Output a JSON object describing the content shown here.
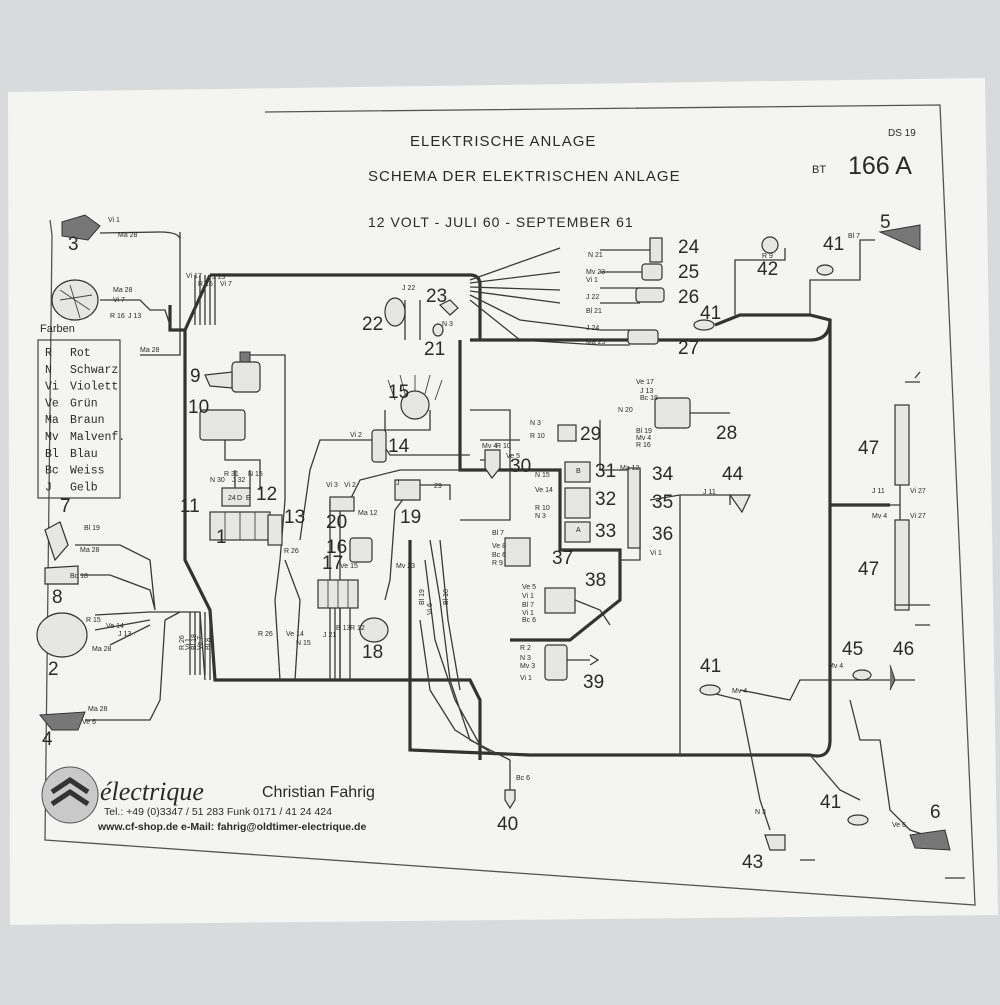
{
  "header": {
    "title": "ELEKTRISCHE ANLAGE",
    "subtitle": "SCHEMA DER ELEKTRISCHEN ANLAGE",
    "voltage": "12 VOLT - JULI 60 - SEPTEMBER 61",
    "model": "DS 19",
    "sheet_prefix": "BT",
    "sheet_number": "166 A"
  },
  "legend": {
    "heading": "Farben",
    "items": [
      {
        "code": "R",
        "name": "Rot"
      },
      {
        "code": "N",
        "name": "Schwarz"
      },
      {
        "code": "Vi",
        "name": "Violett"
      },
      {
        "code": "Ve",
        "name": "Grün"
      },
      {
        "code": "Ma",
        "name": "Braun"
      },
      {
        "code": "Mv",
        "name": "Malvenf."
      },
      {
        "code": "Bl",
        "name": "Blau"
      },
      {
        "code": "Bc",
        "name": "Weiss"
      },
      {
        "code": "J",
        "name": "Gelb"
      }
    ]
  },
  "components": [
    {
      "n": "1"
    },
    {
      "n": "2"
    },
    {
      "n": "3"
    },
    {
      "n": "4"
    },
    {
      "n": "5"
    },
    {
      "n": "6"
    },
    {
      "n": "7"
    },
    {
      "n": "8"
    },
    {
      "n": "9"
    },
    {
      "n": "10"
    },
    {
      "n": "11"
    },
    {
      "n": "12"
    },
    {
      "n": "13"
    },
    {
      "n": "14"
    },
    {
      "n": "15"
    },
    {
      "n": "16"
    },
    {
      "n": "17"
    },
    {
      "n": "18"
    },
    {
      "n": "19"
    },
    {
      "n": "20"
    },
    {
      "n": "21"
    },
    {
      "n": "22"
    },
    {
      "n": "23"
    },
    {
      "n": "24"
    },
    {
      "n": "25"
    },
    {
      "n": "26"
    },
    {
      "n": "27"
    },
    {
      "n": "28"
    },
    {
      "n": "29"
    },
    {
      "n": "30"
    },
    {
      "n": "31"
    },
    {
      "n": "32"
    },
    {
      "n": "33"
    },
    {
      "n": "34"
    },
    {
      "n": "35"
    },
    {
      "n": "36"
    },
    {
      "n": "37"
    },
    {
      "n": "38"
    },
    {
      "n": "39"
    },
    {
      "n": "40"
    },
    {
      "n": "41"
    },
    {
      "n": "42"
    },
    {
      "n": "43"
    },
    {
      "n": "44"
    },
    {
      "n": "45"
    },
    {
      "n": "46"
    },
    {
      "n": "47"
    }
  ],
  "wire_labels": [
    "Vi 1",
    "Ma 28",
    "Vi 17",
    "J 13",
    "R 16",
    "Vi 7",
    "Ma 28",
    "Vi 7",
    "R 16",
    "J 13",
    "Ma 28",
    "N 21",
    "Mv 23",
    "Vi 1",
    "J 22",
    "Bl 21",
    "J 24",
    "Ma 25",
    "R 9",
    "Bl 7",
    "J 22",
    "N 3",
    "Vi 2",
    "Ve 17",
    "J 13",
    "Bc 18",
    "N 20",
    "Bl 19",
    "Mv 4",
    "R 16",
    "N 3",
    "R 10",
    "Mv 4",
    "R 10",
    "Ve 5",
    "N 15",
    "Ve 14",
    "Ma 12",
    "R 10",
    "N 3",
    "J 11",
    "R 31",
    "N 15",
    "N 30",
    "J 32",
    "Vi 3",
    "Vi 2",
    "Ma 12",
    "R 26",
    "Bl 7",
    "Ve 8",
    "Bc 6",
    "R 9",
    "Ve 15",
    "Mv 23",
    "Ve 5",
    "Vi 1",
    "Bl 7",
    "Vi 1",
    "Bc 6",
    "R 2",
    "N 3",
    "Mv 3",
    "Vi 1",
    "Bl 19",
    "Ma 28",
    "Bc 18",
    "R 15",
    "Ve 14",
    "J 13",
    "Ma 28",
    "Ma 28",
    "Ve 6",
    "R 26",
    "Ve 14",
    "N 15",
    "J 21",
    "B 13",
    "R 12",
    "Vi 1",
    "J 11",
    "Vi 27",
    "Mv 4",
    "Vi 27",
    "Mv 4",
    "Mv 4",
    "N 3",
    "Ve 6",
    "Bc 6",
    "24",
    "D",
    "E",
    "B",
    "A",
    "J",
    "29",
    "R 26",
    "Vi 1",
    "Bl 18",
    "Ve 7",
    "Bl 8",
    "Bl 19",
    "Bl 16",
    "Vi 6",
    "Bl 1",
    "Vi 2",
    "Ve 3"
  ],
  "footer": {
    "brand": "électrique",
    "company": "Christian Fahrig",
    "phone": "Tel.: +49 (0)3347 / 51 283   Funk 0171 / 41 24 424",
    "web": "www.cf-shop.de   e-Mail: fahrig@oldtimer-electrique.de"
  }
}
